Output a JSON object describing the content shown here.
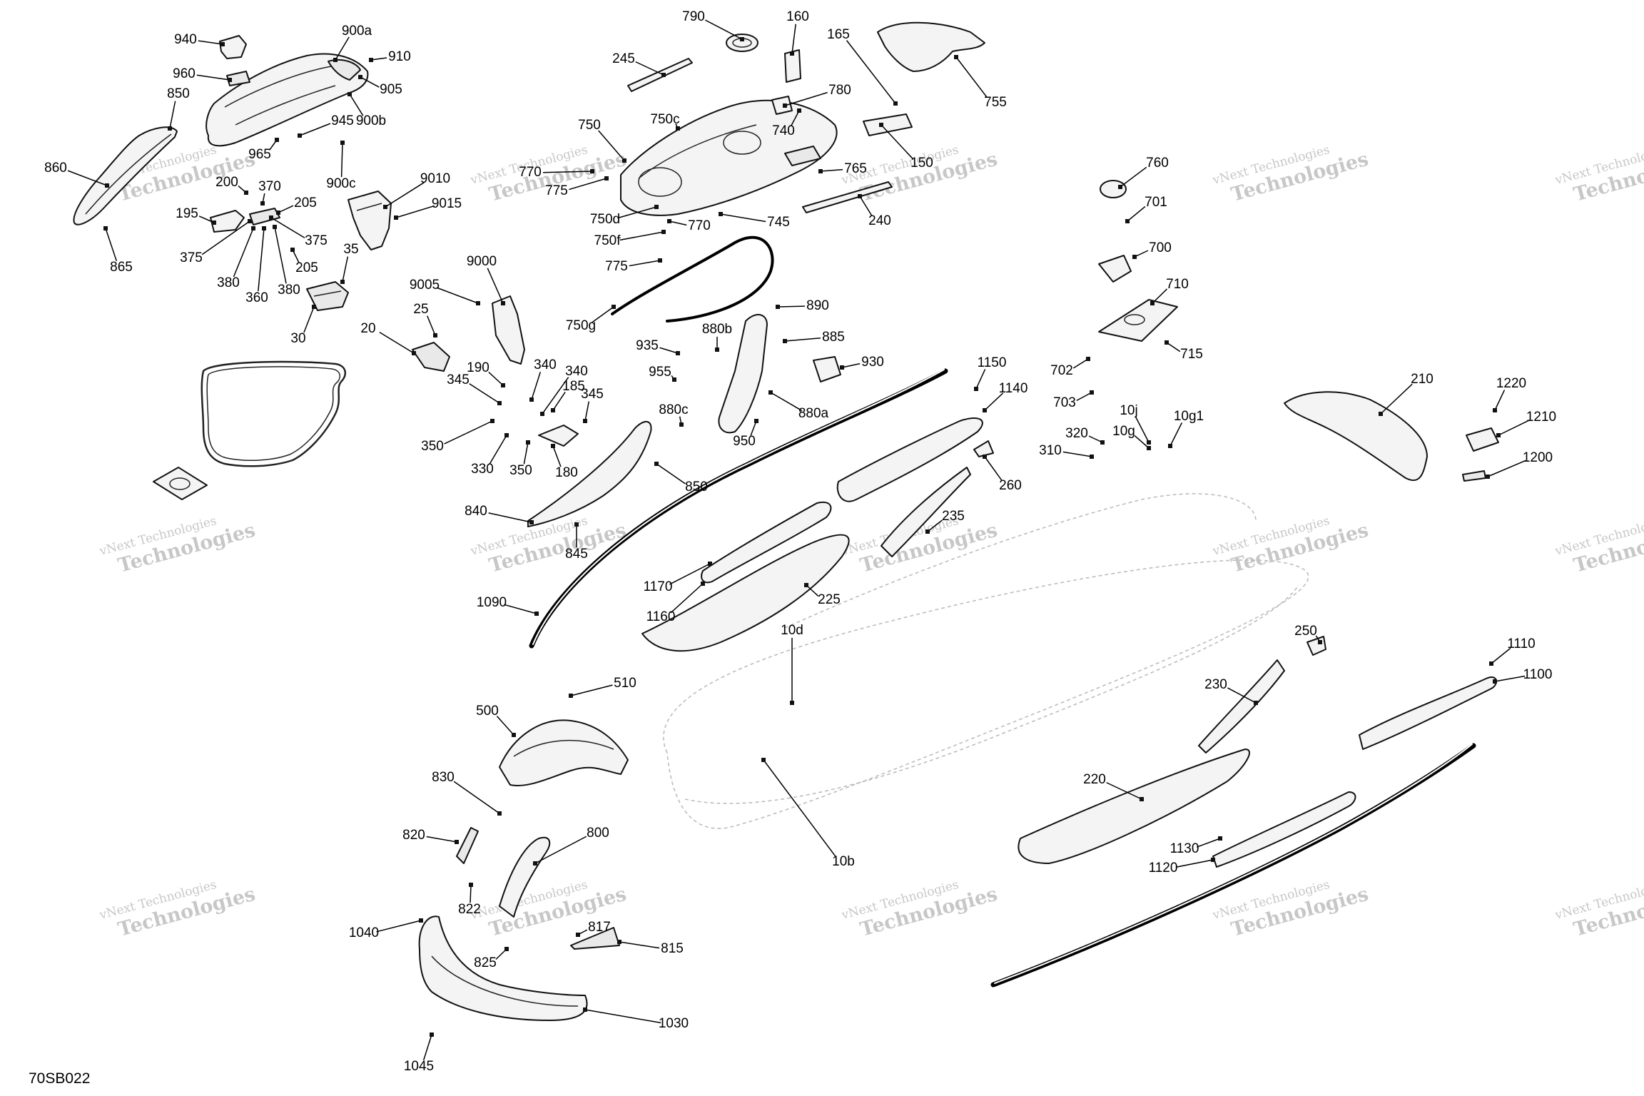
{
  "diagram": {
    "code": "70SB022",
    "watermark": {
      "line1": "vNext Technologies",
      "line2": "Technologies"
    },
    "callouts": [
      "940",
      "900a",
      "910",
      "960",
      "905",
      "850",
      "900b",
      "945",
      "965",
      "860",
      "900c",
      "9010",
      "200",
      "370",
      "205",
      "9015",
      "195",
      "375",
      "35",
      "375",
      "380",
      "360",
      "380",
      "205",
      "865",
      "30",
      "790",
      "160",
      "165",
      "755",
      "245",
      "780",
      "750c",
      "740",
      "750",
      "150",
      "770",
      "765",
      "775",
      "750d",
      "770",
      "745",
      "240",
      "750f",
      "775",
      "750g",
      "760",
      "701",
      "700",
      "710",
      "715",
      "702",
      "703",
      "9000",
      "9005",
      "25",
      "20",
      "890",
      "880b",
      "885",
      "935",
      "930",
      "955",
      "190",
      "340",
      "345",
      "340",
      "345",
      "185",
      "880a",
      "880c",
      "350",
      "330",
      "350",
      "180",
      "950",
      "1150",
      "1140",
      "850",
      "10j",
      "10g1",
      "10g",
      "320",
      "310",
      "260",
      "840",
      "235",
      "845",
      "1170",
      "1160",
      "1090",
      "225",
      "210",
      "1220",
      "1210",
      "1200",
      "250",
      "10d",
      "1110",
      "510",
      "1100",
      "500",
      "230",
      "830",
      "220",
      "820",
      "800",
      "1130",
      "10b",
      "1120",
      "822",
      "1040",
      "817",
      "815",
      "825",
      "1030",
      "1045"
    ]
  }
}
